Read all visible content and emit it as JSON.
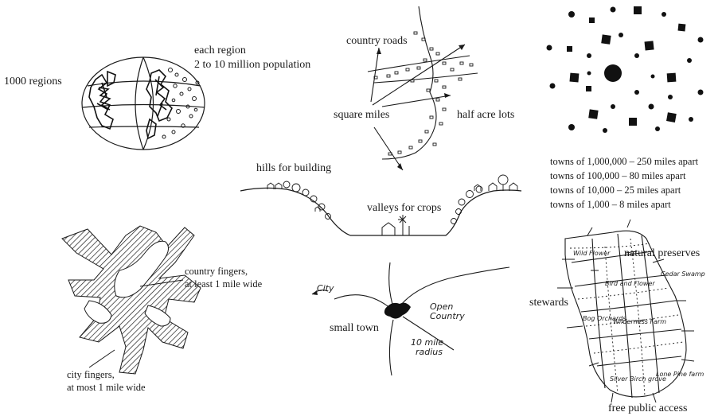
{
  "globe": {
    "left_label": "1000 regions",
    "title_line1": "each region",
    "title_line2": "2 to 10 million population"
  },
  "roads": {
    "country_roads": "country roads",
    "square_miles": "square miles",
    "half_acre_lots": "half acre lots"
  },
  "towns": {
    "lines": [
      "towns of 1,000,000 – 250 miles apart",
      "towns of 100,000 – 80 miles apart",
      "towns of 10,000 – 25 miles apart",
      "towns of 1,000 – 8 miles apart"
    ]
  },
  "valley": {
    "hills_label": "hills for building",
    "valleys_label": "valleys for crops"
  },
  "fingers": {
    "country_line1": "country fingers,",
    "country_line2": "at least 1 mile wide",
    "city_line1": "city fingers,",
    "city_line2": "at most 1 mile wide"
  },
  "small_town": {
    "label": "small town",
    "city_note": "City",
    "open_country": "Open Country",
    "radius_line1": "10 mile",
    "radius_line2": "radius"
  },
  "preserves": {
    "natural_preserves": "natural preserves",
    "stewards": "stewards",
    "free_public_access": "free public access",
    "places": [
      "Wild Flower",
      "Cedar Swamp",
      "Bird and Flower",
      "Bog Orchards",
      "Wilderness Farm",
      "Silver Birch grove",
      "Lone Pine farm"
    ]
  },
  "colors": {
    "ink": "#1a1a1a",
    "background": "#ffffff"
  }
}
